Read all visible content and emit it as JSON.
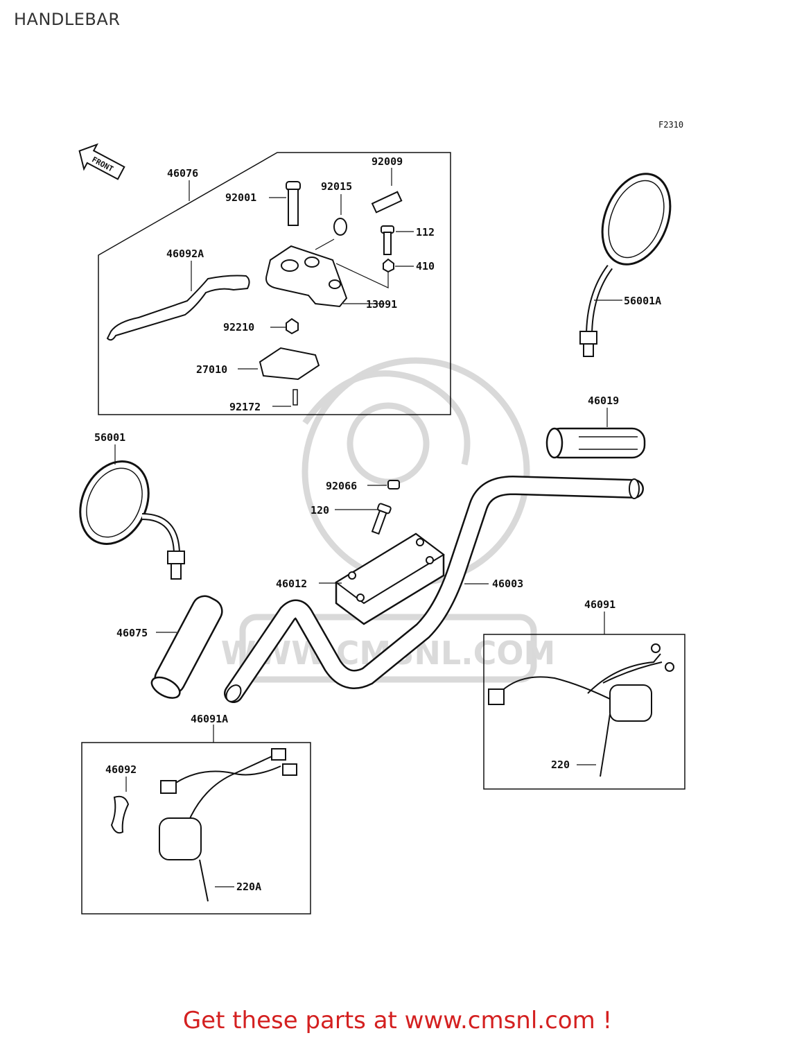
{
  "title": "HANDLEBAR",
  "figure_code": "F2310",
  "front_label": "FRONT",
  "watermark_text": "WWW.CMSNL.COM",
  "footer": "Get these parts at www.cmsnl.com !",
  "labels": {
    "p46076": "46076",
    "p92009": "92009",
    "p92001": "92001",
    "p92015": "92015",
    "p112": "112",
    "p410": "410",
    "p46092A": "46092A",
    "p13091": "13091",
    "p92210": "92210",
    "p27010": "27010",
    "p92172": "92172",
    "p56001A": "56001A",
    "p46019": "46019",
    "p56001": "56001",
    "p92066": "92066",
    "p120": "120",
    "p46012": "46012",
    "p46003": "46003",
    "p46075": "46075",
    "p46091": "46091",
    "p220": "220",
    "p46091A": "46091A",
    "p46092": "46092",
    "p220A": "220A"
  },
  "colors": {
    "line": "#111111",
    "fill": "#ffffff",
    "watermark": "#d8d8d8",
    "footer": "#d42020"
  }
}
